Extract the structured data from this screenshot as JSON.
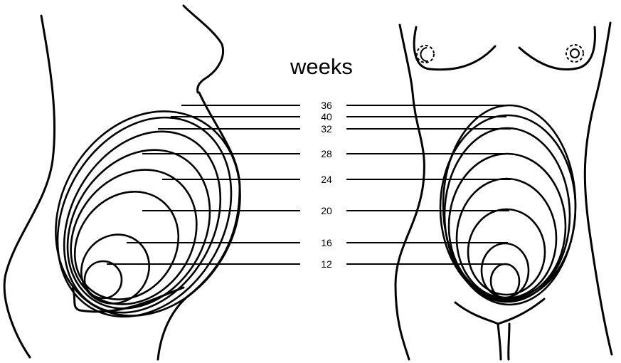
{
  "heading": "weeks",
  "gestation_marks": [
    {
      "label": "36"
    },
    {
      "label": "40"
    },
    {
      "label": "32"
    },
    {
      "label": "28"
    },
    {
      "label": "24"
    },
    {
      "label": "20"
    },
    {
      "label": "16"
    },
    {
      "label": "12"
    }
  ],
  "views": [
    "side-profile",
    "front-view"
  ],
  "line_color": "#000000",
  "background_color": "#ffffff"
}
